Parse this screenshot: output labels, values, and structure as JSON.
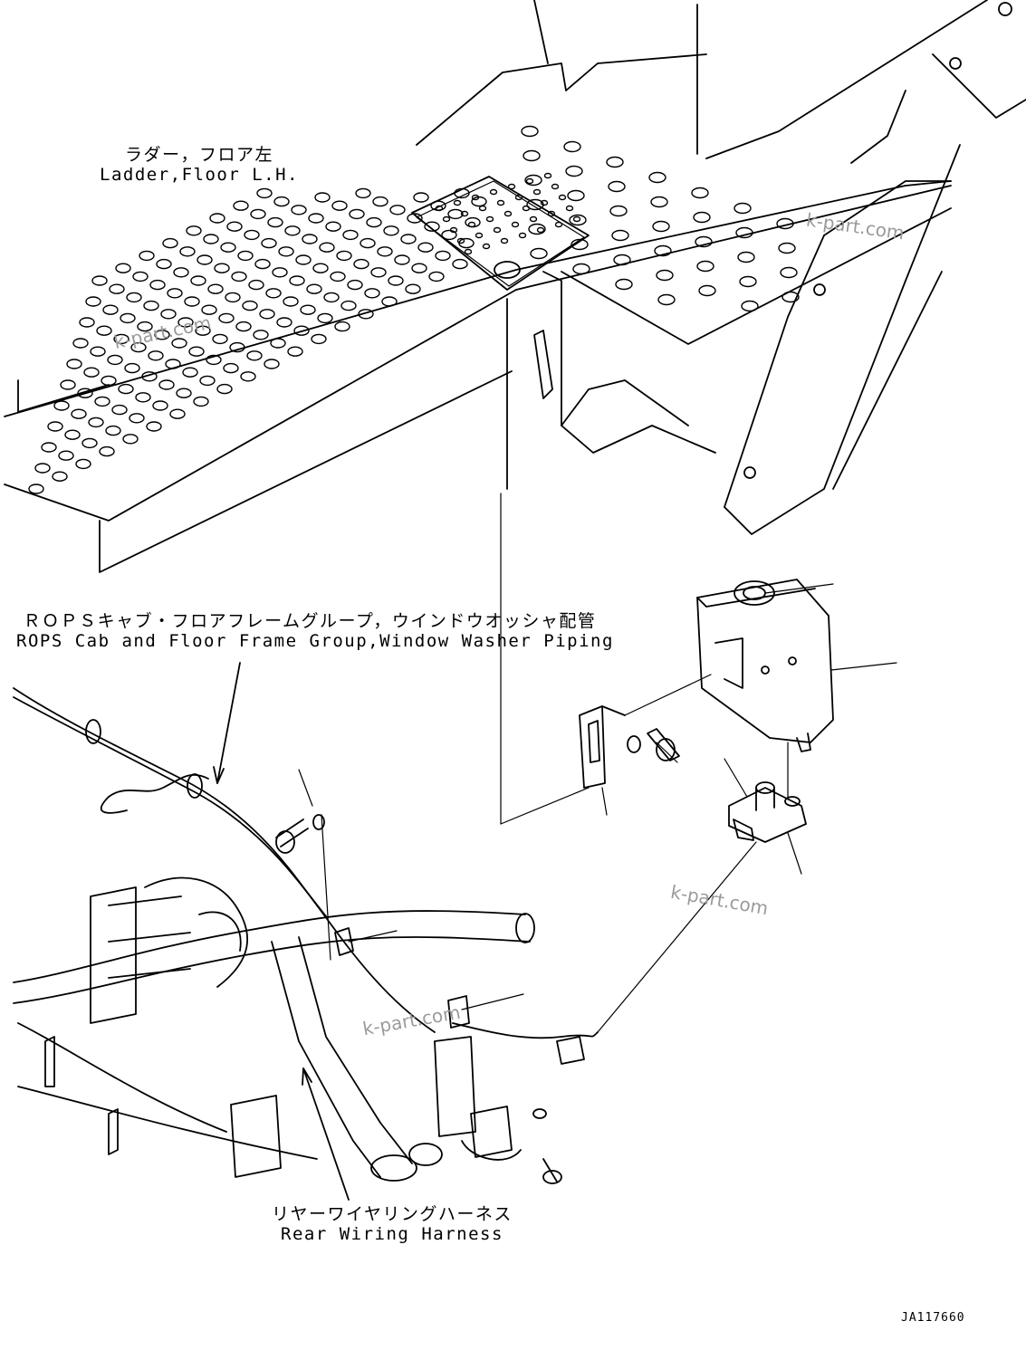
{
  "labels": {
    "ladder_jp": "ラダー，フロア左",
    "ladder_en": "Ladder,Floor L.H.",
    "rops_jp": "ＲＯＰＳキャブ・フロアフレームグループ，ウインドウオッシャ配管",
    "rops_en": "ROPS Cab and Floor Frame Group,Window Washer Piping",
    "harness_jp": "リヤーワイヤリングハーネス",
    "harness_en": "Rear Wiring Harness"
  },
  "watermark": "k-part.com",
  "drawing_code": "JA117660"
}
